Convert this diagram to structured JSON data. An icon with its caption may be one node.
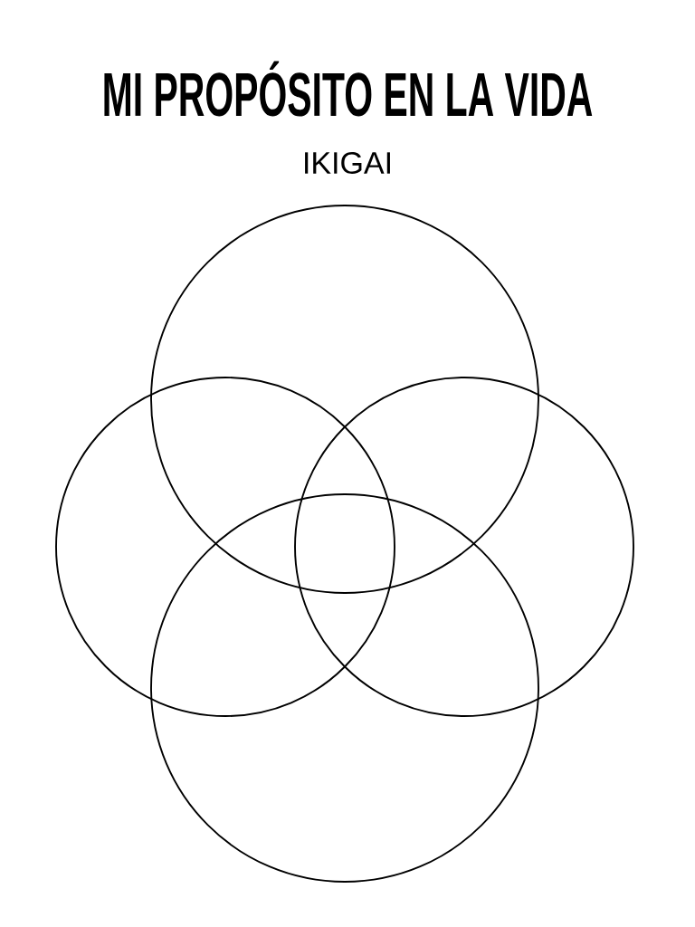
{
  "diagram": {
    "title": "MI PROPÓSITO EN LA VIDA",
    "nodes": [
      {
        "text": [],
        "shape": "circle"
      },
      {
        "text": [],
        "shape": "circle"
      },
      {
        "text": [],
        "shape": "circle"
      },
      {
        "text": [],
        "shape": "circle"
      }
    ],
    "labels": [
      "IKIGAI"
    ]
  }
}
